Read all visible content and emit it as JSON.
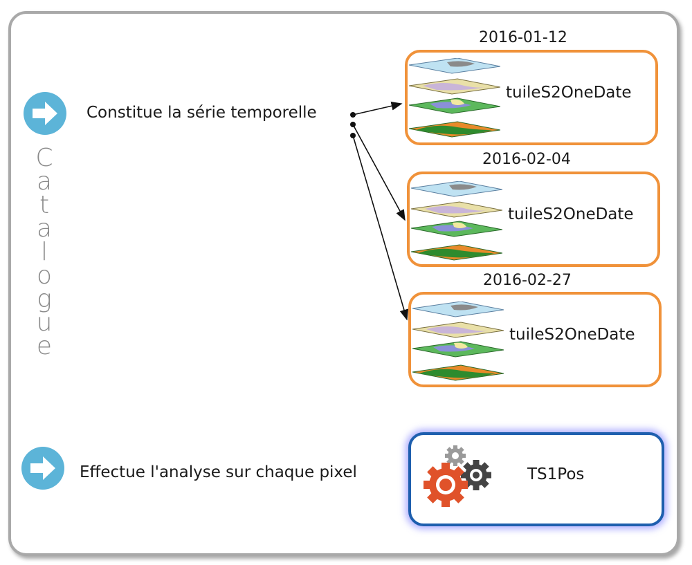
{
  "steps": [
    {
      "label": "Constitue la série temporelle"
    },
    {
      "label": "Effectue l'analyse sur chaque pixel"
    }
  ],
  "catalogue_letters": [
    "C",
    "a",
    "t",
    "a",
    "l",
    "o",
    "g",
    "u",
    "e"
  ],
  "tiles": [
    {
      "date": "2016-01-12",
      "name": "tuileS2OneDate"
    },
    {
      "date": "2016-02-04",
      "name": "tuileS2OneDate"
    },
    {
      "date": "2016-02-27",
      "name": "tuileS2OneDate"
    }
  ],
  "process": {
    "name": "TS1Pos"
  },
  "colors": {
    "step_icon": "#5cb4d8",
    "tile_border": "#f0923a",
    "process_border": "#1e5fae",
    "catalogue_text": "#8a8a8a"
  },
  "icons": {
    "step": "right-arrow-circle-icon",
    "layers": "map-layers-icon",
    "process": "gears-icon"
  }
}
